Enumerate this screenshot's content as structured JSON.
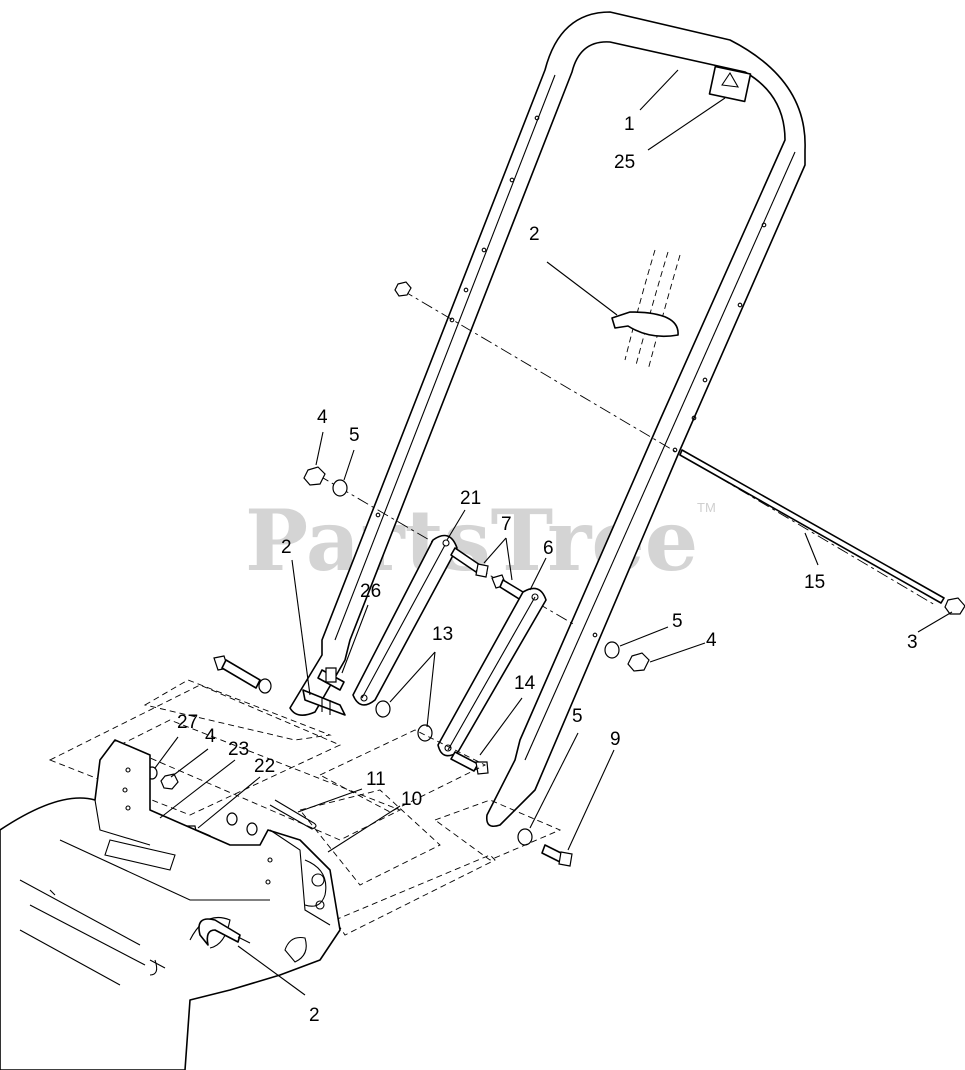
{
  "watermark": {
    "text": "PartsTree",
    "trademark": "TM"
  },
  "callouts": [
    {
      "id": "c1",
      "text": "1"
    },
    {
      "id": "c25",
      "text": "25"
    },
    {
      "id": "c2a",
      "text": "2"
    },
    {
      "id": "c4a",
      "text": "4"
    },
    {
      "id": "c5a",
      "text": "5"
    },
    {
      "id": "c21",
      "text": "21"
    },
    {
      "id": "c7",
      "text": "7"
    },
    {
      "id": "c6",
      "text": "6"
    },
    {
      "id": "c2b",
      "text": "2"
    },
    {
      "id": "c26",
      "text": "26"
    },
    {
      "id": "c13",
      "text": "13"
    },
    {
      "id": "c15",
      "text": "15"
    },
    {
      "id": "c5b",
      "text": "5"
    },
    {
      "id": "c4b",
      "text": "4"
    },
    {
      "id": "c3",
      "text": "3"
    },
    {
      "id": "c14",
      "text": "14"
    },
    {
      "id": "c27",
      "text": "27"
    },
    {
      "id": "c4c",
      "text": "4"
    },
    {
      "id": "c23",
      "text": "23"
    },
    {
      "id": "c22",
      "text": "22"
    },
    {
      "id": "c5c",
      "text": "5"
    },
    {
      "id": "c9",
      "text": "9"
    },
    {
      "id": "c11",
      "text": "11"
    },
    {
      "id": "c10",
      "text": "10"
    },
    {
      "id": "c2c",
      "text": "2"
    }
  ]
}
